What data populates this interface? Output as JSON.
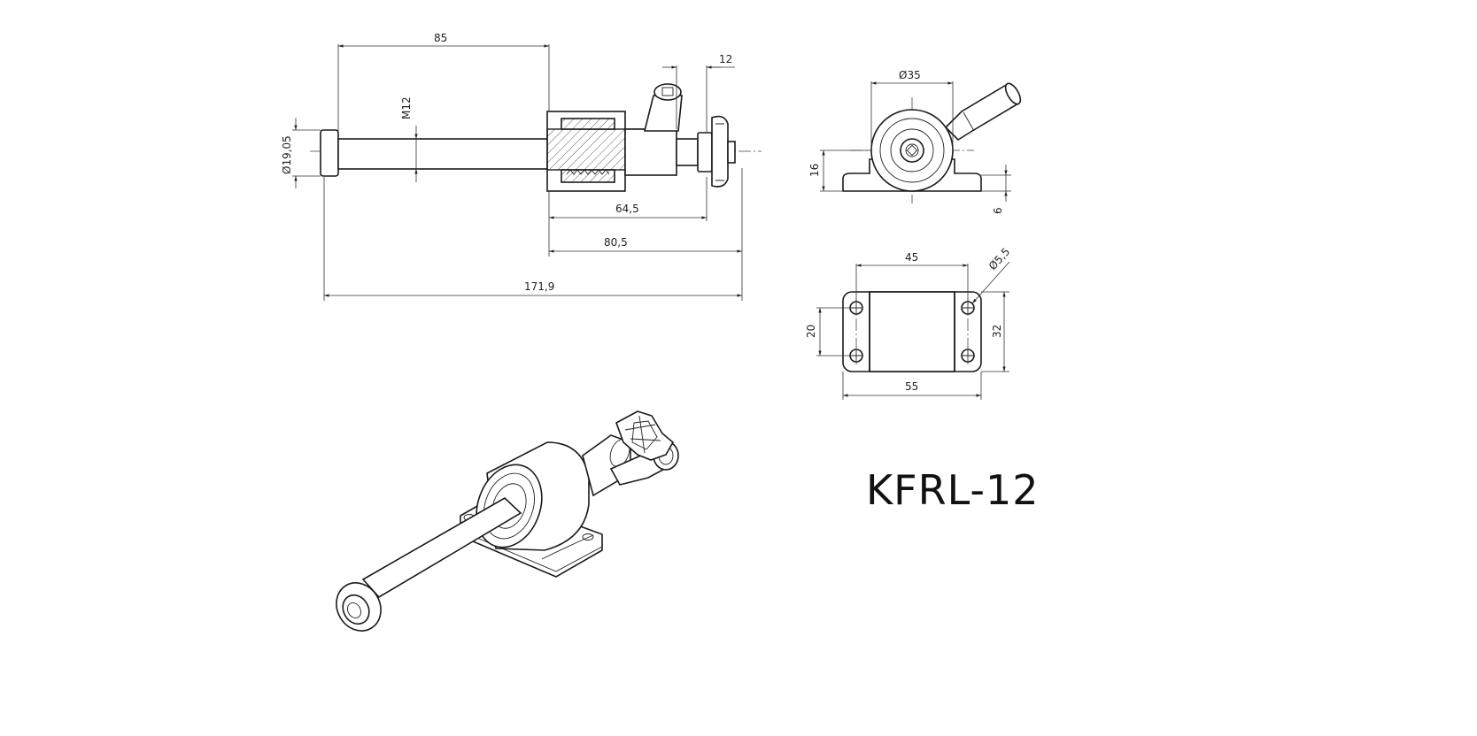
{
  "title": "KFRL-12",
  "dimensions": {
    "length_85": "85",
    "thread_m12": "M12",
    "diameter_19": "Ø19,05",
    "width_12": "12",
    "length_64": "64,5",
    "length_80": "80,5",
    "length_171": "171,9",
    "diameter_35": "Ø35",
    "height_16": "16",
    "thickness_6": "6",
    "spacing_45": "45",
    "hole_5": "Ø5,5",
    "spacing_20": "20",
    "width_32": "32",
    "length_55": "55"
  }
}
